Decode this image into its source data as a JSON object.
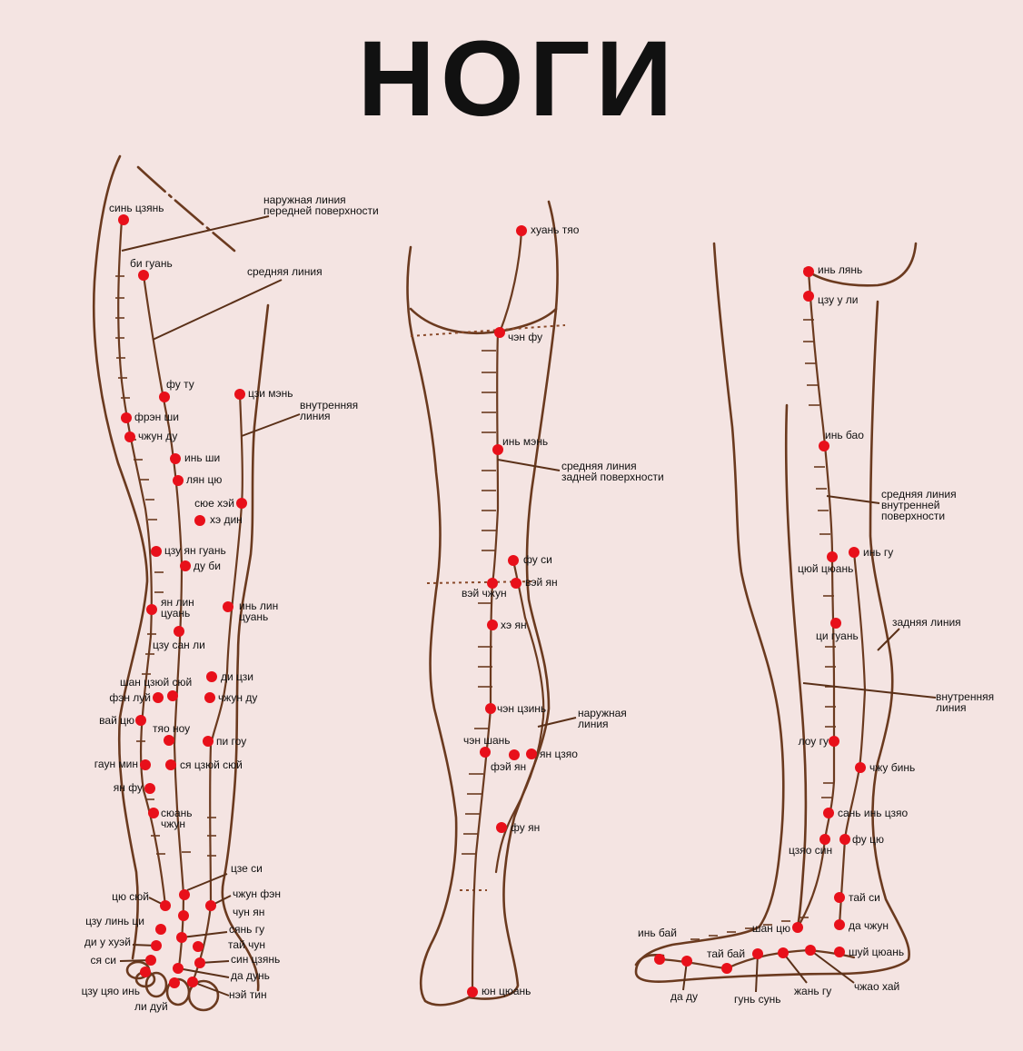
{
  "title": "НОГИ",
  "colors": {
    "background": "#f4e4e2",
    "leg_outline": "#6b3a1f",
    "point": "#e8101a",
    "text": "#111111"
  },
  "views": [
    {
      "id": "front",
      "lines": [
        {
          "id": "front-outer-line",
          "text": [
            "наружная линия",
            "передней поверхности"
          ]
        },
        {
          "id": "front-middle-line",
          "text": [
            "средняя линия"
          ]
        },
        {
          "id": "front-inner-line",
          "text": [
            "внутренняя",
            "линия"
          ]
        }
      ],
      "points": [
        {
          "id": "sin-tsian",
          "label": [
            "синь цзянь"
          ]
        },
        {
          "id": "bi-guan",
          "label": [
            "би гуань"
          ]
        },
        {
          "id": "fu-tu",
          "label": [
            "фу ту"
          ]
        },
        {
          "id": "tszi-men",
          "label": [
            "цзи мэнь"
          ]
        },
        {
          "id": "fren-shi",
          "label": [
            "фрэн ши"
          ]
        },
        {
          "id": "chzhun-du-thigh",
          "label": [
            "чжун ду"
          ]
        },
        {
          "id": "in-shi",
          "label": [
            "инь ши"
          ]
        },
        {
          "id": "lian-tsiu",
          "label": [
            "лян цю"
          ]
        },
        {
          "id": "siue-hei",
          "label": [
            "сюе хэй"
          ]
        },
        {
          "id": "he-din",
          "label": [
            "хэ дин"
          ]
        },
        {
          "id": "tszu-ian-guan",
          "label": [
            "цзу ян гуань"
          ]
        },
        {
          "id": "du-bi",
          "label": [
            "ду би"
          ]
        },
        {
          "id": "ian-lin-tsuan",
          "label": [
            "ян лин",
            "цуань"
          ]
        },
        {
          "id": "in-lin-tsuan",
          "label": [
            "инь лин",
            "цуань"
          ]
        },
        {
          "id": "tszu-san-li",
          "label": [
            "цзу сан ли"
          ]
        },
        {
          "id": "di-tszi",
          "label": [
            "ди цзи"
          ]
        },
        {
          "id": "shan-tsziui-siui",
          "label": [
            "шан цзюй сюй"
          ]
        },
        {
          "id": "fen-lui",
          "label": [
            "фэн луй"
          ]
        },
        {
          "id": "chzhun-du-shin",
          "label": [
            "чжун ду"
          ]
        },
        {
          "id": "vai-tsiu",
          "label": [
            "вай цю"
          ]
        },
        {
          "id": "tiao-nou",
          "label": [
            "тяо ноу"
          ]
        },
        {
          "id": "pi-gou",
          "label": [
            "пи гоу"
          ]
        },
        {
          "id": "gaun-min",
          "label": [
            "гаун мин"
          ]
        },
        {
          "id": "sia-tsziui-siui",
          "label": [
            "ся цзюй сюй"
          ]
        },
        {
          "id": "ian-fu",
          "label": [
            "ян фу"
          ]
        },
        {
          "id": "siuan-chzhun",
          "label": [
            "сюань",
            "чжун"
          ]
        },
        {
          "id": "tsze-si",
          "label": [
            "цзе си"
          ]
        },
        {
          "id": "tsiu-siui",
          "label": [
            "цю сюй"
          ]
        },
        {
          "id": "chzhun-fen",
          "label": [
            "чжун фэн"
          ]
        },
        {
          "id": "chun-ian",
          "label": [
            "чун ян"
          ]
        },
        {
          "id": "tszu-lin-tsi",
          "label": [
            "цзу линь ци"
          ]
        },
        {
          "id": "sian-gu",
          "label": [
            "сянь гу"
          ]
        },
        {
          "id": "di-u-huei",
          "label": [
            "ди у хуэй"
          ]
        },
        {
          "id": "tai-chun",
          "label": [
            "тай чун"
          ]
        },
        {
          "id": "sia-si",
          "label": [
            "ся си"
          ]
        },
        {
          "id": "sin-tsian-foot",
          "label": [
            "син цзянь"
          ]
        },
        {
          "id": "da-dun",
          "label": [
            "да дунь"
          ]
        },
        {
          "id": "tszu-tsiao-in",
          "label": [
            "цзу цяо инь"
          ]
        },
        {
          "id": "li-dui",
          "label": [
            "ли дуй"
          ]
        },
        {
          "id": "nei-tin",
          "label": [
            "нэй тин"
          ]
        }
      ]
    },
    {
      "id": "back",
      "lines": [
        {
          "id": "back-middle-line",
          "text": [
            "средняя линия",
            "задней поверхности"
          ]
        },
        {
          "id": "back-outer-line",
          "text": [
            "наружная",
            "линия"
          ]
        }
      ],
      "points": [
        {
          "id": "huan-tiao",
          "label": [
            "хуань тяо"
          ]
        },
        {
          "id": "chen-fu",
          "label": [
            "чэн фу"
          ]
        },
        {
          "id": "in-men",
          "label": [
            "инь мэнь"
          ]
        },
        {
          "id": "fu-si",
          "label": [
            "фу си"
          ]
        },
        {
          "id": "vei-chzhun",
          "label": [
            "вэй чжун"
          ]
        },
        {
          "id": "vei-ian",
          "label": [
            "вэй ян"
          ]
        },
        {
          "id": "he-ian",
          "label": [
            "хэ ян"
          ]
        },
        {
          "id": "chen-tszin",
          "label": [
            "чэн цзинь"
          ]
        },
        {
          "id": "chen-shan",
          "label": [
            "чэн шань"
          ]
        },
        {
          "id": "fei-ian",
          "label": [
            "фэй ян"
          ]
        },
        {
          "id": "ian-tsziao",
          "label": [
            "ян цзяо"
          ]
        },
        {
          "id": "fu-ian",
          "label": [
            "фу ян"
          ]
        },
        {
          "id": "iun-tsiuan",
          "label": [
            "юн цюань"
          ]
        }
      ]
    },
    {
      "id": "inner",
      "lines": [
        {
          "id": "inner-middle-line",
          "text": [
            "средняя линия",
            "внутренней",
            "поверхности"
          ]
        },
        {
          "id": "inner-back-line",
          "text": [
            "задняя линия"
          ]
        },
        {
          "id": "inner-inner-line",
          "text": [
            "внутренняя",
            "линия"
          ]
        }
      ],
      "points": [
        {
          "id": "in-lian",
          "label": [
            "инь лянь"
          ]
        },
        {
          "id": "tszu-u-li",
          "label": [
            "цзу у ли"
          ]
        },
        {
          "id": "in-bao",
          "label": [
            "инь бао"
          ]
        },
        {
          "id": "in-gu",
          "label": [
            "инь гу"
          ]
        },
        {
          "id": "tsiui-tsiuan",
          "label": [
            "цюй цюань"
          ]
        },
        {
          "id": "tsi-guan",
          "label": [
            "ци гуань"
          ]
        },
        {
          "id": "lou-gu",
          "label": [
            "лоу гу"
          ]
        },
        {
          "id": "chzhu-bin",
          "label": [
            "чжу бинь"
          ]
        },
        {
          "id": "san-in-tsziao",
          "label": [
            "сань инь цзяо"
          ]
        },
        {
          "id": "tsziao-sin",
          "label": [
            "цзяо син"
          ]
        },
        {
          "id": "fu-tsiu",
          "label": [
            "фу цю"
          ]
        },
        {
          "id": "tai-si",
          "label": [
            "тай си"
          ]
        },
        {
          "id": "shan-tsiu",
          "label": [
            "шан цю"
          ]
        },
        {
          "id": "da-chzhun",
          "label": [
            "да чжун"
          ]
        },
        {
          "id": "in-bai",
          "label": [
            "инь бай"
          ]
        },
        {
          "id": "tai-bai",
          "label": [
            "тай бай"
          ]
        },
        {
          "id": "shui-tsiuan",
          "label": [
            "шуй цюань"
          ]
        },
        {
          "id": "da-du",
          "label": [
            "да ду"
          ]
        },
        {
          "id": "gun-sun",
          "label": [
            "гунь сунь"
          ]
        },
        {
          "id": "zhan-gu",
          "label": [
            "жань гу"
          ]
        },
        {
          "id": "chzhao-hai",
          "label": [
            "чжао хай"
          ]
        }
      ]
    }
  ]
}
